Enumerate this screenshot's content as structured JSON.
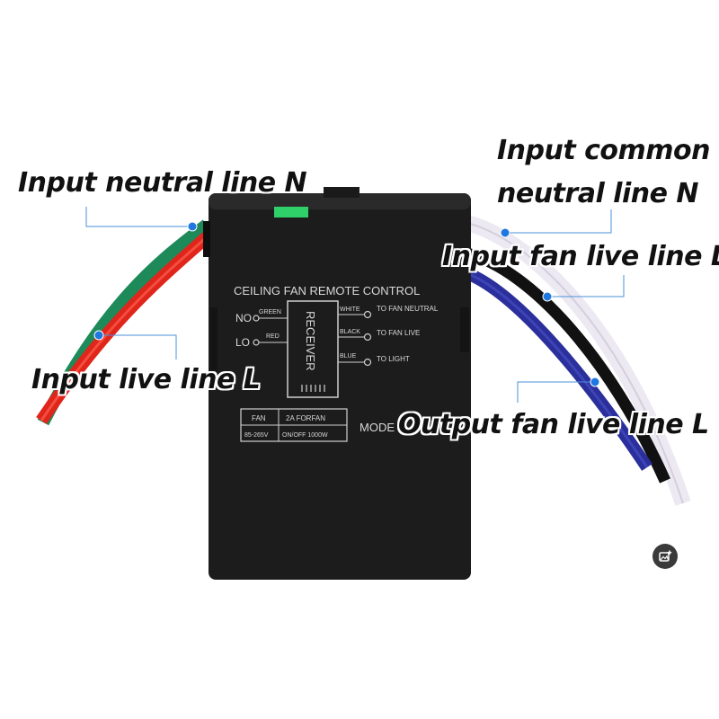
{
  "callouts": {
    "neutral": "Input neutral line N",
    "common_line1": "Input common",
    "common_line2": "neutral line N",
    "fan_live": "Input fan live line L",
    "live": "Input live line L",
    "output": "Output fan live line L"
  },
  "device": {
    "title": "CEILING FAN REMOTE CONTROL",
    "receiver": "RECEIVER",
    "left_terminals": [
      {
        "label": "NO",
        "wire": "GREEN"
      },
      {
        "label": "LO",
        "wire": "RED"
      }
    ],
    "right_terminals": [
      {
        "wire": "WHITE",
        "label": "TO FAN NEUTRAL"
      },
      {
        "wire": "BLACK",
        "label": "TO FAN LIVE"
      },
      {
        "wire": "BLUE",
        "label": "TO LIGHT"
      }
    ],
    "spec_table": {
      "row1": [
        "FAN",
        "2A FORFAN"
      ],
      "row2": [
        "85-265V",
        "ON/OFF 1000W"
      ]
    },
    "model_prefix": "MODE"
  },
  "colors": {
    "case": "#1c1c1c",
    "wire_green": "#1e8a5a",
    "wire_red": "#e0251b",
    "wire_white": "#ece9f2",
    "wire_black": "#111111",
    "wire_blue": "#2a2f9c",
    "callout_line": "#4a90d9",
    "dot": "#1f78e0"
  },
  "icons": {
    "share": "image-share-icon"
  }
}
